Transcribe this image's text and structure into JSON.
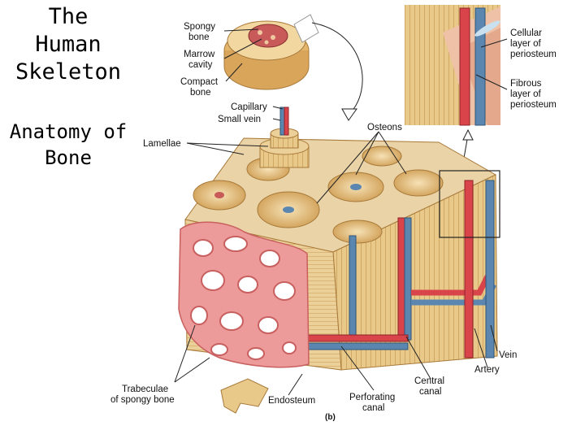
{
  "slide": {
    "title_line1": "The",
    "title_line2": "Human",
    "title_line3": "Skeleton",
    "subtitle_line1": "Anatomy of",
    "subtitle_line2": "Bone"
  },
  "labels": {
    "spongy_bone_1": "Spongy",
    "spongy_bone_2": "bone",
    "marrow_cavity_1": "Marrow",
    "marrow_cavity_2": "cavity",
    "compact_bone_1": "Compact",
    "compact_bone_2": "bone",
    "capillary": "Capillary",
    "small_vein": "Small vein",
    "lamellae": "Lamellae",
    "osteons": "Osteons",
    "cellular_periosteum_1": "Cellular",
    "cellular_periosteum_2": "layer of",
    "cellular_periosteum_3": "periosteum",
    "fibrous_periosteum_1": "Fibrous",
    "fibrous_periosteum_2": "layer of",
    "fibrous_periosteum_3": "periosteum",
    "vein": "Vein",
    "artery": "Artery",
    "central_canal_1": "Central",
    "central_canal_2": "canal",
    "perforating_canal_1": "Perforating",
    "perforating_canal_2": "canal",
    "endosteum": "Endosteum",
    "trabeculae_1": "Trabeculae",
    "trabeculae_2": "of spongy bone",
    "figure_tag": "(b)"
  },
  "colors": {
    "bone": "#e8c98a",
    "bone_dark": "#c79a52",
    "bone_line": "#a87a3a",
    "spongy": "#ec9a9a",
    "spongy_dark": "#c8605f",
    "artery": "#d9434a",
    "vein": "#5a86b0",
    "periosteum": "#efc2a8"
  }
}
